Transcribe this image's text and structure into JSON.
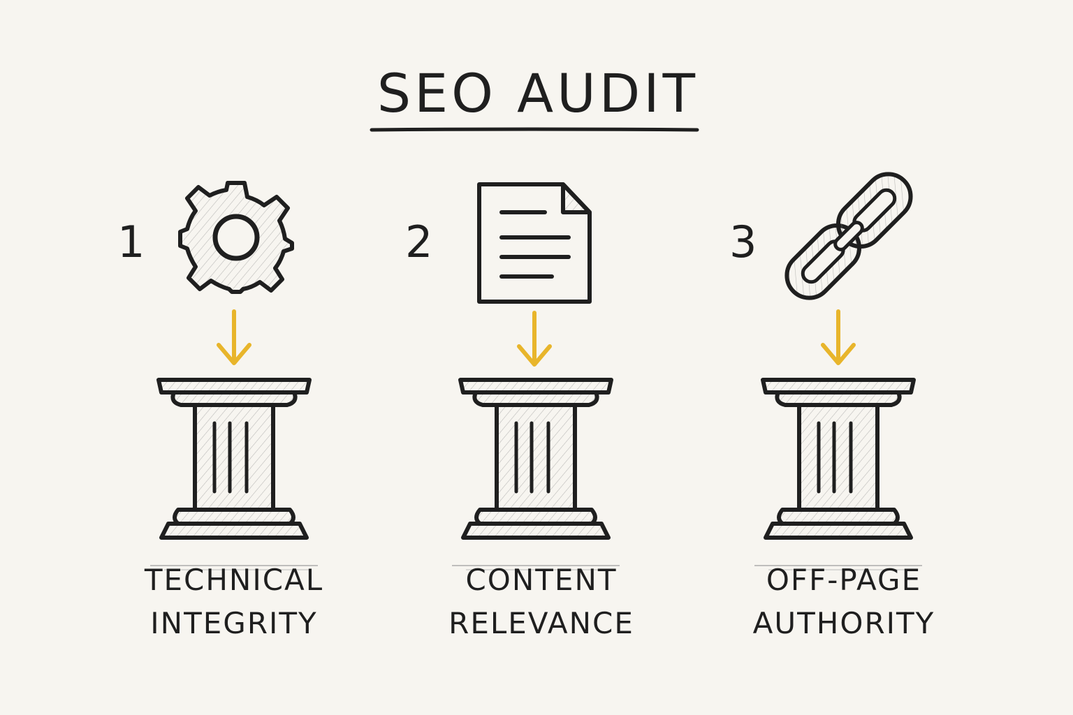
{
  "title": "SEO AUDIT",
  "colors": {
    "ink": "#1f1f1f",
    "arrow": "#e8b52b",
    "paper": "#f7f5f0"
  },
  "pillars": [
    {
      "number": "1",
      "icon": "gear-icon",
      "label_line1": "TECHNICAL",
      "label_line2": "INTEGRITY"
    },
    {
      "number": "2",
      "icon": "document-icon",
      "label_line1": "CONTENT",
      "label_line2": "RELEVANCE"
    },
    {
      "number": "3",
      "icon": "chain-link-icon",
      "label_line1": "OFF-PAGE",
      "label_line2": "AUTHORITY"
    }
  ]
}
